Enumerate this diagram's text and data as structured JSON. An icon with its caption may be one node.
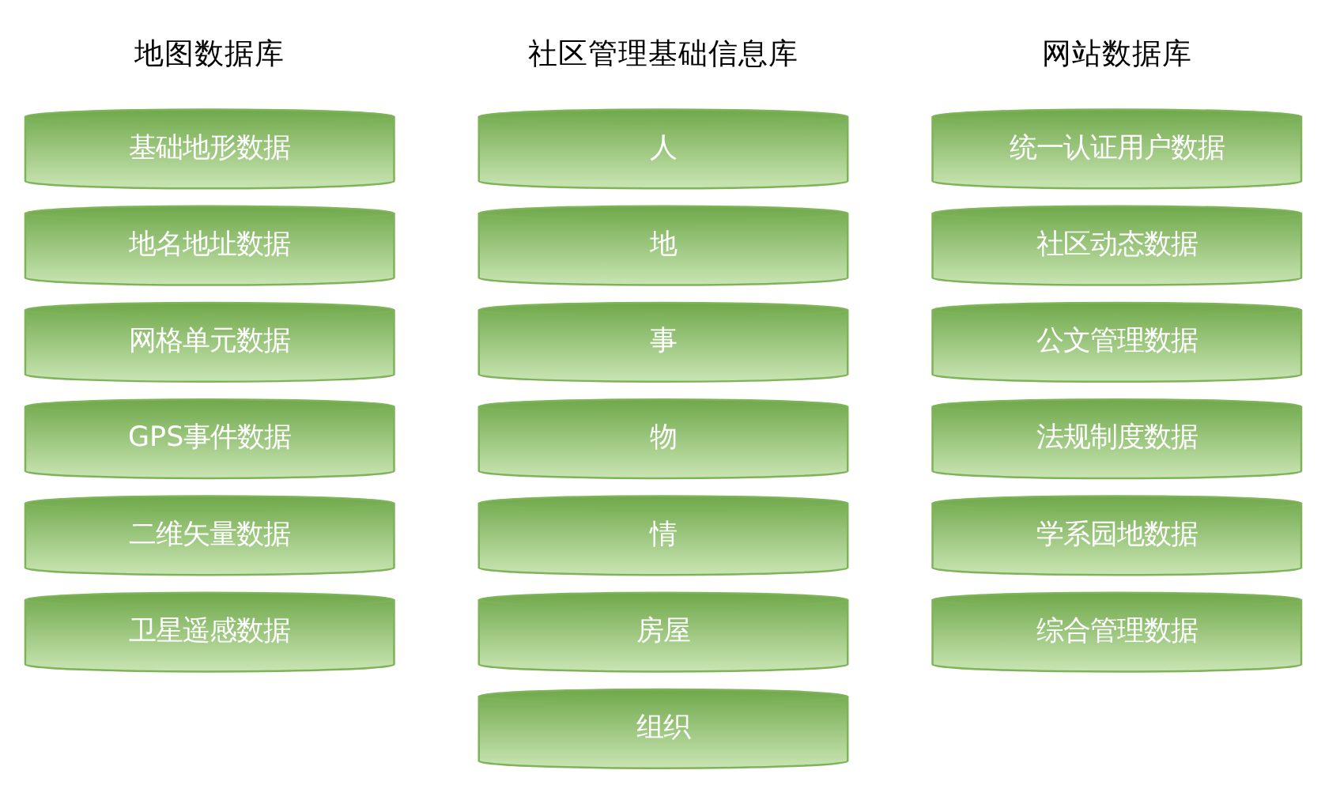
{
  "diagram": {
    "nodes": [
      {
        "text": [
          "基础地形数据"
        ]
      },
      {
        "text": [
          "地名地址数据"
        ]
      },
      {
        "text": [
          "网格单元数据"
        ]
      },
      {
        "text": [
          "GPS事件数据"
        ]
      },
      {
        "text": [
          "二维矢量数据"
        ]
      },
      {
        "text": [
          "卫星遥感数据"
        ]
      },
      {
        "text": [
          "人"
        ]
      },
      {
        "text": [
          "地"
        ]
      },
      {
        "text": [
          "事"
        ]
      },
      {
        "text": [
          "物"
        ]
      },
      {
        "text": [
          "情"
        ]
      },
      {
        "text": [
          "房屋"
        ]
      },
      {
        "text": [
          "组织"
        ]
      },
      {
        "text": [
          "统一认证用户数据"
        ]
      },
      {
        "text": [
          "社区动态数据"
        ]
      },
      {
        "text": [
          "公文管理数据"
        ]
      },
      {
        "text": [
          "法规制度数据"
        ]
      },
      {
        "text": [
          "学系园地数据"
        ]
      },
      {
        "text": [
          "综合管理数据"
        ]
      }
    ],
    "labels": [
      "地图数据库",
      "社区管理基础信息库",
      "网站数据库"
    ]
  }
}
